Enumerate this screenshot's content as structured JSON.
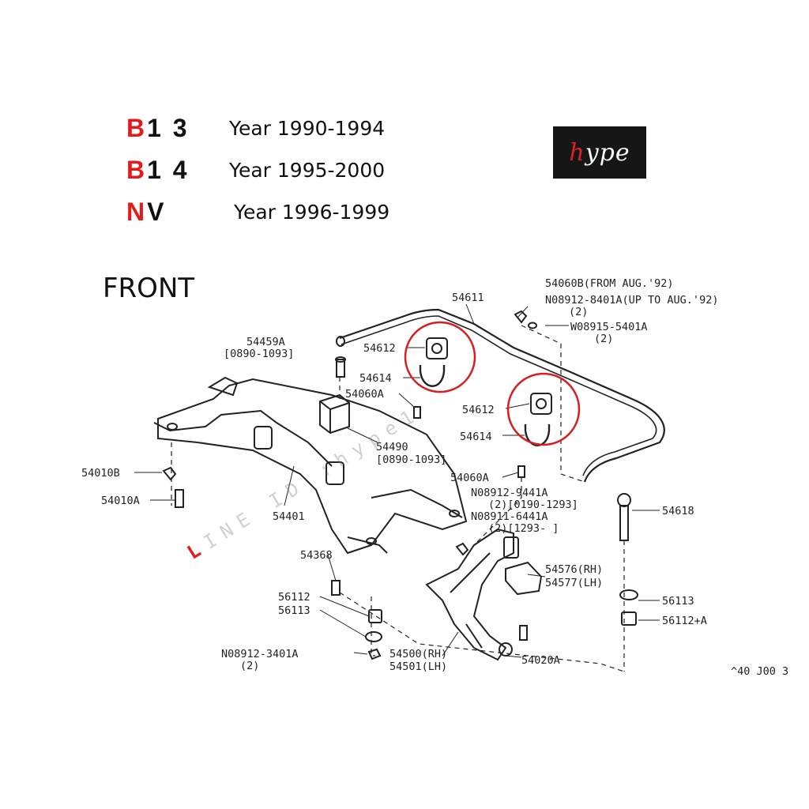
{
  "models": [
    {
      "first": "B",
      "rest": "1 3",
      "year": "Year 1990-1994"
    },
    {
      "first": "B",
      "rest": "1 4",
      "year": "Year 1995-2000"
    },
    {
      "first": "N",
      "rest": "V",
      "year": "Year 1996-1999"
    }
  ],
  "logo_text": "hype",
  "front_label": "FRONT",
  "watermark": {
    "first": "L",
    "rest": "INE ID :hype1"
  },
  "colors": {
    "accent_red": "#e21b1b",
    "circle_red": "#d62020",
    "ink": "#222222"
  },
  "parts": {
    "p54611": "54611",
    "p54060b": "54060B(FROM AUG.'92)",
    "p08912_8401a": "N08912-8401A(UP TO AUG.'92)",
    "p08912_8401a_qty": "(2)",
    "p08915_5401a": "W08915-5401A",
    "p08915_5401a_qty": "(2)",
    "p54459a": "54459A",
    "p54459a_range": "[0890-1093]",
    "p54612_left": "54612",
    "p54614_left": "54614",
    "p54060a_top": "54060A",
    "p54612_right": "54612",
    "p54614_right": "54614",
    "p54490": "54490",
    "p54490_range": "[0890-1093]",
    "p54060a_mid": "54060A",
    "p54010b": "54010B",
    "p54010a": "54010A",
    "p54401": "54401",
    "p08912_9441a": "N08912-9441A",
    "p08912_9441a_sub": "(2)[0190-1293]",
    "p08911_6441a": "N08911-6441A",
    "p08911_6441a_sub": "(2)[1293-      ]",
    "p54618": "54618",
    "p54368": "54368",
    "p54576": "54576(RH)",
    "p54577": "54577(LH)",
    "p56112_left": "56112",
    "p56113_left": "56113",
    "p56113_right": "56113",
    "p56112a": "56112+A",
    "p08912_3401a": "N08912-3401A",
    "p08912_3401a_qty": "(2)",
    "p54500": "54500(RH)",
    "p54501": "54501(LH)",
    "p54020a": "54020A",
    "corner_code": "^40 J00 3"
  }
}
